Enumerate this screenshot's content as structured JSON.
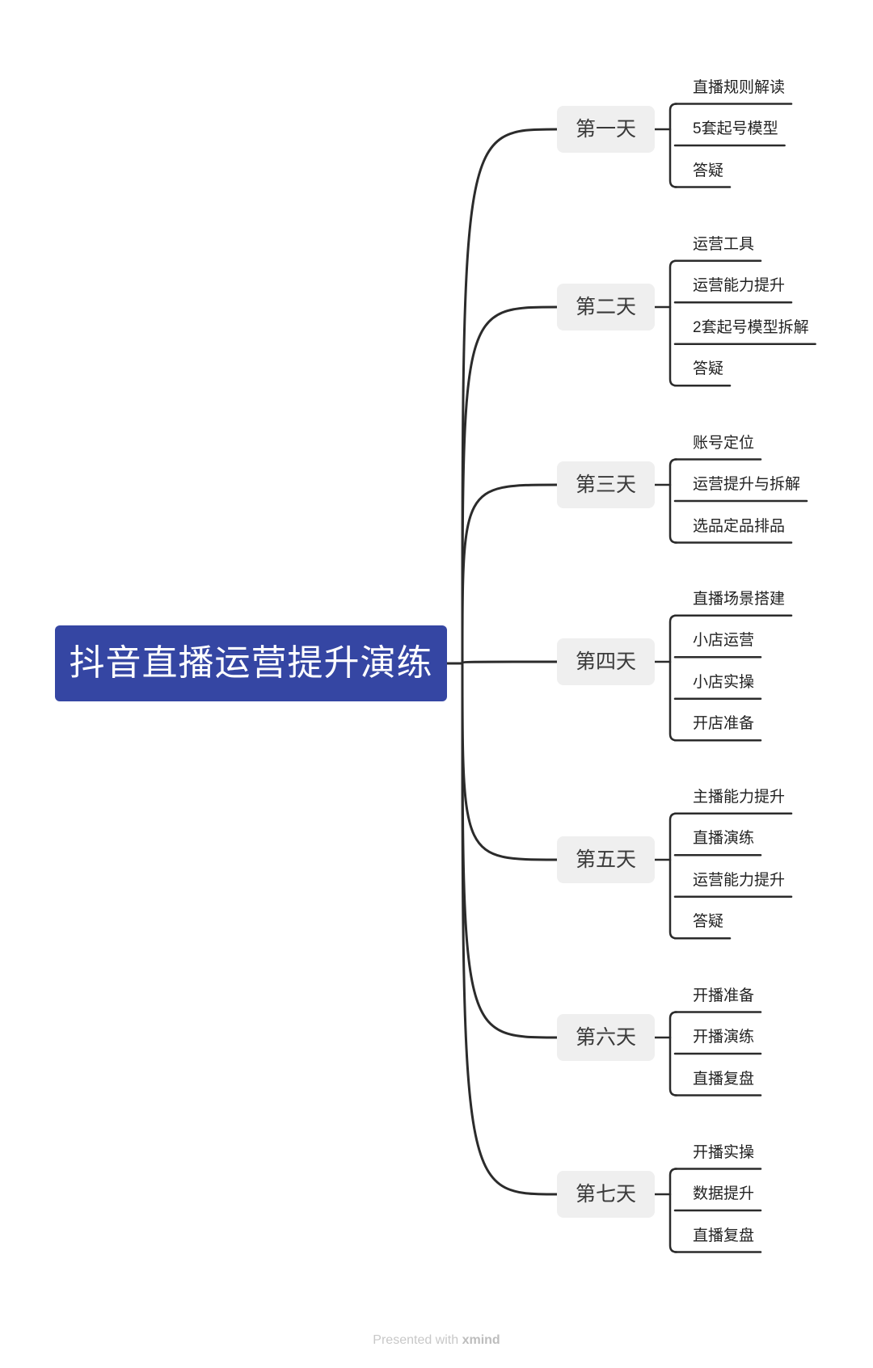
{
  "root": "抖音直播运营提升演练",
  "days": [
    {
      "label": "第一天",
      "items": [
        "直播规则解读",
        "5套起号模型",
        "答疑"
      ]
    },
    {
      "label": "第二天",
      "items": [
        "运营工具",
        "运营能力提升",
        "2套起号模型拆解",
        "答疑"
      ]
    },
    {
      "label": "第三天",
      "items": [
        "账号定位",
        "运营提升与拆解",
        "选品定品排品"
      ]
    },
    {
      "label": "第四天",
      "items": [
        "直播场景搭建",
        "小店运营",
        "小店实操",
        "开店准备"
      ]
    },
    {
      "label": "第五天",
      "items": [
        "主播能力提升",
        "直播演练",
        "运营能力提升",
        "答疑"
      ]
    },
    {
      "label": "第六天",
      "items": [
        "开播准备",
        "开播演练",
        "直播复盘"
      ]
    },
    {
      "label": "第七天",
      "items": [
        "开播实操",
        "数据提升",
        "直播复盘"
      ]
    }
  ],
  "watermark": {
    "prefix": "Presented with ",
    "brand": "xmind"
  },
  "colors": {
    "root_bg": "#3546a3",
    "day_bg": "#efefef",
    "line": "#2b2b2b"
  }
}
